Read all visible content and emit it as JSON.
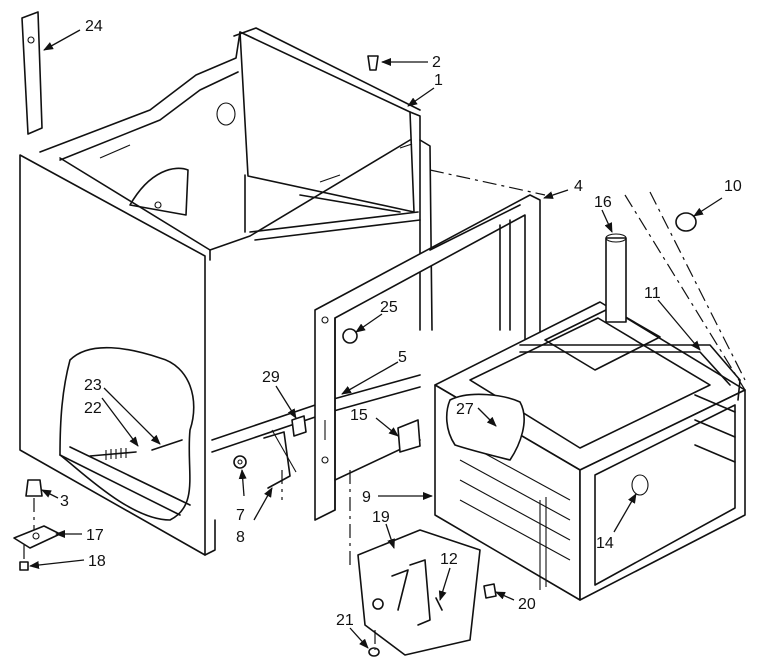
{
  "diagram": {
    "callouts": [
      {
        "id": "c1",
        "label": "1"
      },
      {
        "id": "c2",
        "label": "2"
      },
      {
        "id": "c3",
        "label": "3"
      },
      {
        "id": "c4",
        "label": "4"
      },
      {
        "id": "c5",
        "label": "5"
      },
      {
        "id": "c7",
        "label": "7"
      },
      {
        "id": "c8",
        "label": "8"
      },
      {
        "id": "c9",
        "label": "9"
      },
      {
        "id": "c10",
        "label": "10"
      },
      {
        "id": "c11",
        "label": "11"
      },
      {
        "id": "c12",
        "label": "12"
      },
      {
        "id": "c14",
        "label": "14"
      },
      {
        "id": "c15",
        "label": "15"
      },
      {
        "id": "c16",
        "label": "16"
      },
      {
        "id": "c17",
        "label": "17"
      },
      {
        "id": "c18",
        "label": "18"
      },
      {
        "id": "c19",
        "label": "19"
      },
      {
        "id": "c20",
        "label": "20"
      },
      {
        "id": "c21",
        "label": "21"
      },
      {
        "id": "c22",
        "label": "22"
      },
      {
        "id": "c23",
        "label": "23"
      },
      {
        "id": "c24",
        "label": "24"
      },
      {
        "id": "c25",
        "label": "25"
      },
      {
        "id": "c27",
        "label": "27"
      },
      {
        "id": "c29",
        "label": "29"
      }
    ]
  }
}
